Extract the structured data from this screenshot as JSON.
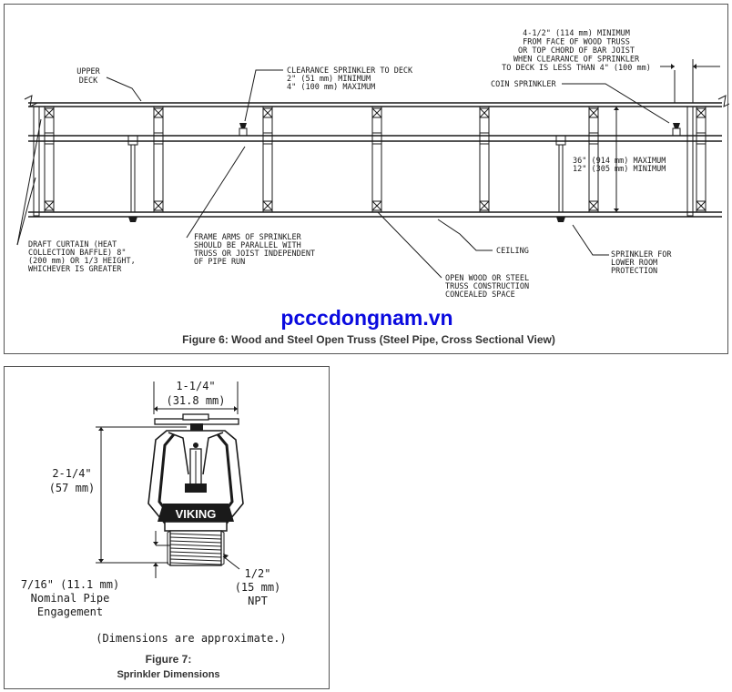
{
  "figure6": {
    "caption": "Figure 6:  Wood and Steel Open Truss (Steel Pipe, Cross Sectional View)",
    "watermark": "pcccdongnam.vn",
    "labels": {
      "upper_deck": [
        "UPPER",
        "DECK"
      ],
      "clearance": [
        "CLEARANCE SPRINKLER TO DECK",
        "2\" (51 mm) MINIMUM",
        "4\" (100 mm) MAXIMUM"
      ],
      "top_right": [
        "4-1/2\" (114 mm) MINIMUM",
        "FROM FACE OF WOOD TRUSS",
        "OR TOP CHORD OF BAR JOIST",
        "WHEN CLEARANCE OF SPRINKLER",
        "TO DECK IS LESS THAN 4\" (100 mm)"
      ],
      "coin_sprinkler": "COIN SPRINKLER",
      "max_min": [
        "36\" (914 mm) MAXIMUM",
        "12\" (305 mm) MINIMUM"
      ],
      "draft_curtain": [
        "DRAFT CURTAIN (HEAT",
        "COLLECTION BAFFLE) 8\"",
        "(200 mm) OR 1/3 HEIGHT,",
        "WHICHEVER IS GREATER"
      ],
      "frame_arms": [
        "FRAME ARMS OF SPRINKLER",
        "SHOULD BE PARALLEL WITH",
        "TRUSS OR JOIST INDEPENDENT",
        "OF PIPE RUN"
      ],
      "ceiling": "CEILING",
      "open_truss": [
        "OPEN WOOD OR STEEL",
        "TRUSS CONSTRUCTION",
        "CONCEALED SPACE"
      ],
      "lower_room": [
        "SPRINKLER FOR",
        "LOWER ROOM",
        "PROTECTION"
      ]
    }
  },
  "figure7": {
    "caption_line1": "Figure 7:",
    "caption_line2": "Sprinkler Dimensions",
    "brand": "VIKING",
    "note": "(Dimensions are approximate.)",
    "width_dim": [
      "1-1/4\"",
      "(31.8 mm)"
    ],
    "height_dim": [
      "2-1/4\"",
      "(57 mm)"
    ],
    "engagement": [
      "7/16\" (11.1 mm)",
      "Nominal Pipe",
      "Engagement"
    ],
    "thread": [
      "1/2\"",
      "(15 mm)",
      "NPT"
    ]
  },
  "colors": {
    "line": "#1a1a1a",
    "watermark": "#0a0adf",
    "caption": "#333333",
    "border": "#555555"
  }
}
